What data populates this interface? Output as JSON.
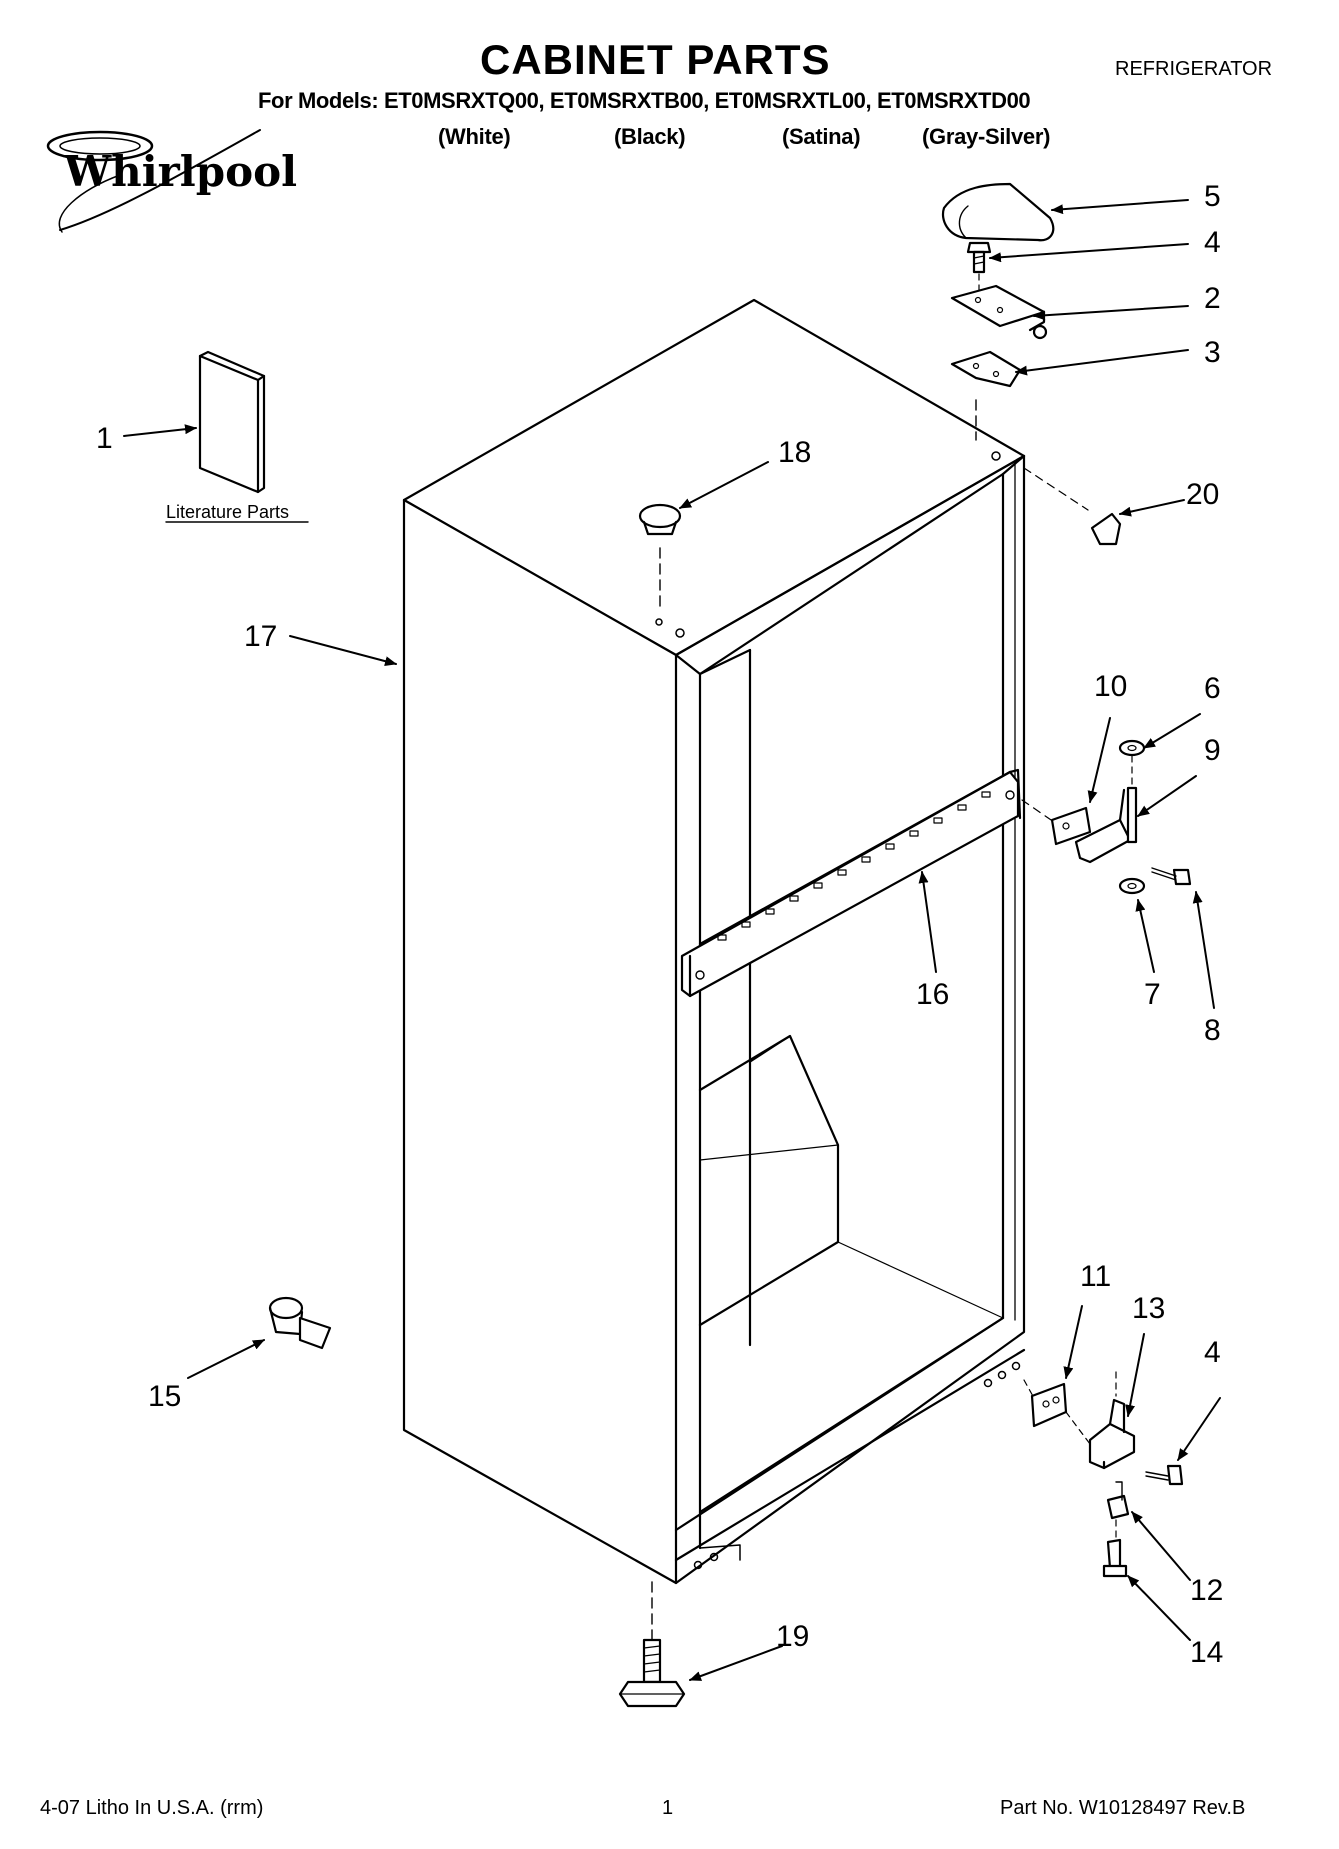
{
  "header": {
    "title": "CABINET PARTS",
    "appliance": "REFRIGERATOR",
    "models_line": "For Models: ET0MSRXTQ00, ET0MSRXTB00, ET0MSRXTL00, ET0MSRXTD00",
    "colors": [
      "(White)",
      "(Black)",
      "(Satina)",
      "(Gray-Silver)"
    ],
    "brand": "Whirlpool"
  },
  "labels": {
    "literature": "Literature Parts"
  },
  "callouts": [
    "1",
    "2",
    "3",
    "4",
    "5",
    "6",
    "7",
    "8",
    "9",
    "10",
    "11",
    "12",
    "13",
    "4",
    "14",
    "15",
    "16",
    "17",
    "18",
    "19",
    "20"
  ],
  "footer": {
    "left": "4-07 Litho In U.S.A. (rrm)",
    "center": "1",
    "right": "Part No. W10128497 Rev.B"
  }
}
